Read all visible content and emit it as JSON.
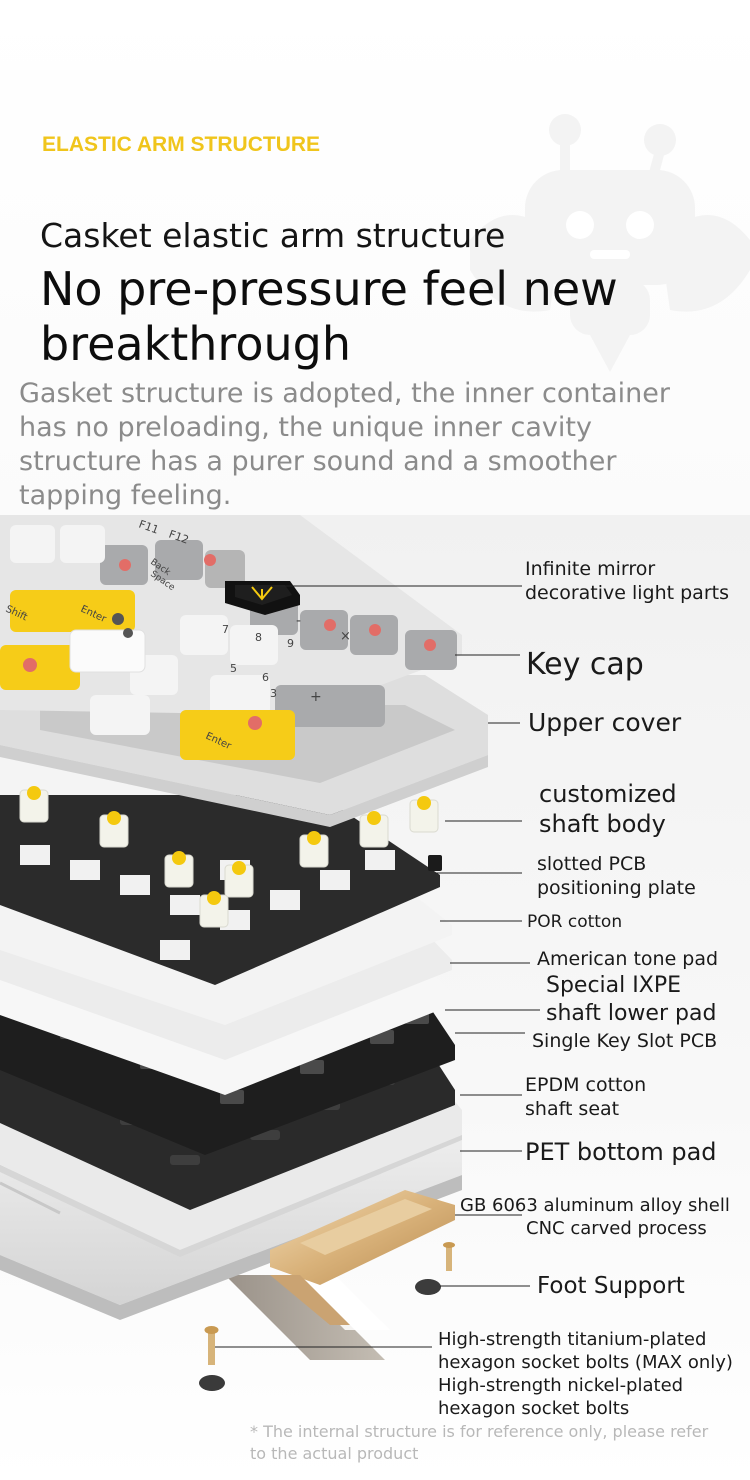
{
  "header": {
    "tag": "ELASTIC ARM STRUCTURE",
    "subtitle": "Casket elastic arm structure",
    "headline": "No pre-pressure feel new breakthrough",
    "description": "Gasket structure is adopted, the inner container has no preloading, the unique inner cavity structure has a purer sound and a smoother tapping feeling."
  },
  "colors": {
    "accent": "#f0c51c",
    "keycap_yellow": "#f6cc18",
    "keycap_grey": "#a9aaac",
    "keycap_white": "#e9e9e9",
    "plate_dark": "#2a2a2a"
  },
  "keycap_legends": {
    "f11": "F11",
    "f12": "F12",
    "back": "Back",
    "space": "Space",
    "enter_upper": "Enter",
    "enter_lower": "Enter",
    "shift": "Shift",
    "minus": "-",
    "times": "×",
    "plus": "+",
    "num7": "7",
    "num8": "8",
    "num9": "9",
    "num5": "5",
    "num6": "6",
    "num3": "3"
  },
  "components": [
    {
      "label_line1": "Infinite mirror",
      "label_line2": "decorative light parts"
    },
    {
      "label_line1": "Key cap"
    },
    {
      "label_line1": "Upper cover"
    },
    {
      "label_line1": "customized",
      "label_line2": "shaft body"
    },
    {
      "label_line1": "slotted PCB",
      "label_line2": "positioning plate"
    },
    {
      "label_line1": "POR cotton"
    },
    {
      "label_line1": "American tone pad"
    },
    {
      "label_line1": "Special IXPE",
      "label_line2": "shaft lower pad"
    },
    {
      "label_line1": "Single Key Slot PCB"
    },
    {
      "label_line1": "EPDM cotton",
      "label_line2": "shaft seat"
    },
    {
      "label_line1": "PET bottom pad"
    },
    {
      "label_line1": "GB 6063 aluminum alloy shell",
      "label_line2": "CNC carved process"
    },
    {
      "label_line1": "Foot Support"
    },
    {
      "label_line1": "High-strength titanium-plated",
      "label_line2": "hexagon socket bolts (MAX only)",
      "label_line3": "High-strength nickel-plated",
      "label_line4": "hexagon socket bolts"
    }
  ],
  "footnote": "* The internal structure is for reference only, please refer to the actual product"
}
